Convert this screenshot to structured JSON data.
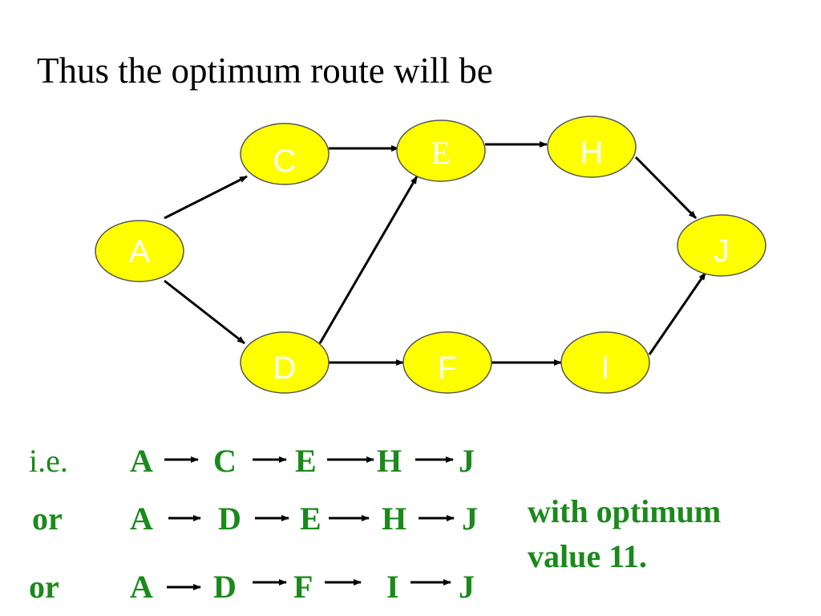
{
  "title": "Thus the optimum route will be",
  "colors": {
    "node_fill": "#ffff00",
    "node_stroke": "#555555",
    "node_text": "#ffffff",
    "route_text": "#1a8a1a",
    "edge": "#000000"
  },
  "nodes": {
    "A": "A",
    "C": "C",
    "D": "D",
    "E": "E",
    "F": "F",
    "H": "H",
    "I": "I",
    "J": "J"
  },
  "edges": [
    [
      "A",
      "C"
    ],
    [
      "A",
      "D"
    ],
    [
      "C",
      "E"
    ],
    [
      "D",
      "E"
    ],
    [
      "D",
      "F"
    ],
    [
      "E",
      "H"
    ],
    [
      "F",
      "I"
    ],
    [
      "H",
      "J"
    ],
    [
      "I",
      "J"
    ]
  ],
  "routes": [
    {
      "prefix": "i.e.",
      "path": [
        "A",
        "C",
        "E",
        "H",
        "J"
      ]
    },
    {
      "prefix": "or",
      "path": [
        "A",
        "D",
        "E",
        "H",
        "J"
      ]
    },
    {
      "prefix": "or",
      "path": [
        "A",
        "D",
        "F",
        "I",
        "J"
      ]
    }
  ],
  "conclusion": {
    "line1": "with optimum",
    "line2": "value 11."
  }
}
